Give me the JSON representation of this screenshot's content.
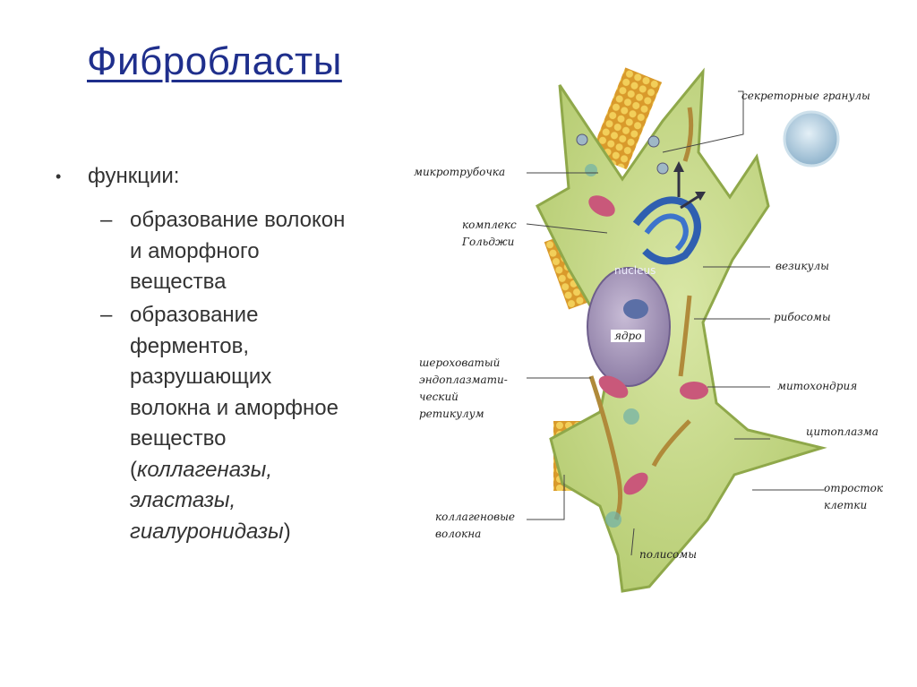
{
  "slide": {
    "title": "Фибробласты",
    "bullet": "функции:",
    "sub1": {
      "lines": [
        "образование волокон",
        "и аморфного",
        "вещества"
      ]
    },
    "sub2": {
      "lines": [
        "образование",
        "ферментов,",
        "разрушающих",
        "волокна и аморфное",
        "вещество"
      ],
      "italic_open": "(",
      "italic_lines": [
        "коллагеназы,",
        "эластазы,",
        "гиалуронидазы"
      ],
      "close": ")"
    },
    "dash": "–",
    "dot": "•"
  },
  "diagram": {
    "labels": {
      "secretory_granules": "секреторные гранулы",
      "microtubule": "микротрубочка",
      "golgi_1": "комплекс",
      "golgi_2": "Гольджи",
      "vesicles": "везикулы",
      "ribosomes": "рибосомы",
      "nucleus_ru": "ядро",
      "nucleus_en": "nucleus",
      "rer_1": "шероховатый",
      "rer_2": "эндоплазмати-",
      "rer_3": "ческий",
      "rer_4": "ретикулум",
      "mitochondria": "митохондрия",
      "cytoplasm": "цитоплазма",
      "process_1": "отросток",
      "process_2": "клетки",
      "collagen_1": "коллагеновые",
      "collagen_2": "волокна",
      "polysomes": "полисомы"
    },
    "colors": {
      "cytoplasm": "#c5d88a",
      "membrane": "#8fa84a",
      "nucleus": "#a394b6",
      "golgi": "#2f5fb0",
      "mitochondria": "#c9587a",
      "collagen": "#e9b93a",
      "granule": "#a8c6dc"
    }
  }
}
